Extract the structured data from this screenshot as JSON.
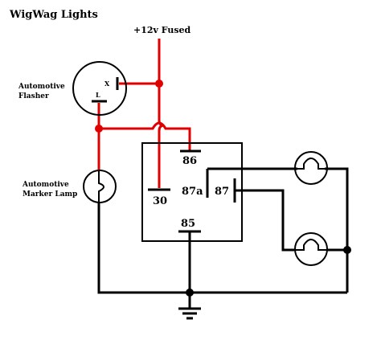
{
  "title": "WigWag Lights",
  "supply_label": "+12v Fused",
  "flasher": {
    "label_line1": "Automotive",
    "label_line2": "Flasher",
    "pin_x": "X",
    "pin_l": "L"
  },
  "marker_lamp": {
    "label_line1": "Automotive",
    "label_line2": "Marker Lamp"
  },
  "relay": {
    "pin_86": "86",
    "pin_30": "30",
    "pin_87a": "87a",
    "pin_87": "87",
    "pin_85": "85"
  },
  "colors": {
    "power_wire": "#e00000",
    "ground_wire": "#000000",
    "background": "#ffffff"
  }
}
